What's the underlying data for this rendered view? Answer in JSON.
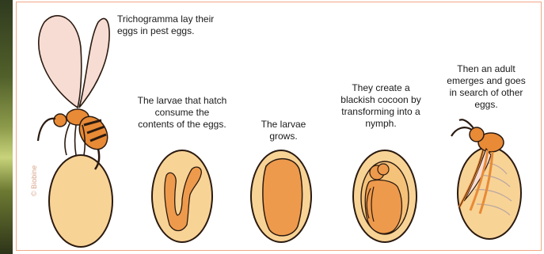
{
  "stages": [
    {
      "caption": "Trichogramma lay their eggs in pest eggs."
    },
    {
      "caption": "The larvae that hatch consume the contents of the eggs."
    },
    {
      "caption": "The larvae grows."
    },
    {
      "caption": "They create a blackish cocoon by transforming into a nymph."
    },
    {
      "caption": "Then an adult emerges and goes in search of other eggs."
    }
  ],
  "credit": "© Biobine",
  "colors": {
    "egg_fill": "#f8d396",
    "egg_stroke": "#2a1a10",
    "larva_fill": "#ee9a4c",
    "wing_fill": "#f7dcd3",
    "wasp_body": "#e88a36",
    "frame_border": "#f0a785"
  }
}
